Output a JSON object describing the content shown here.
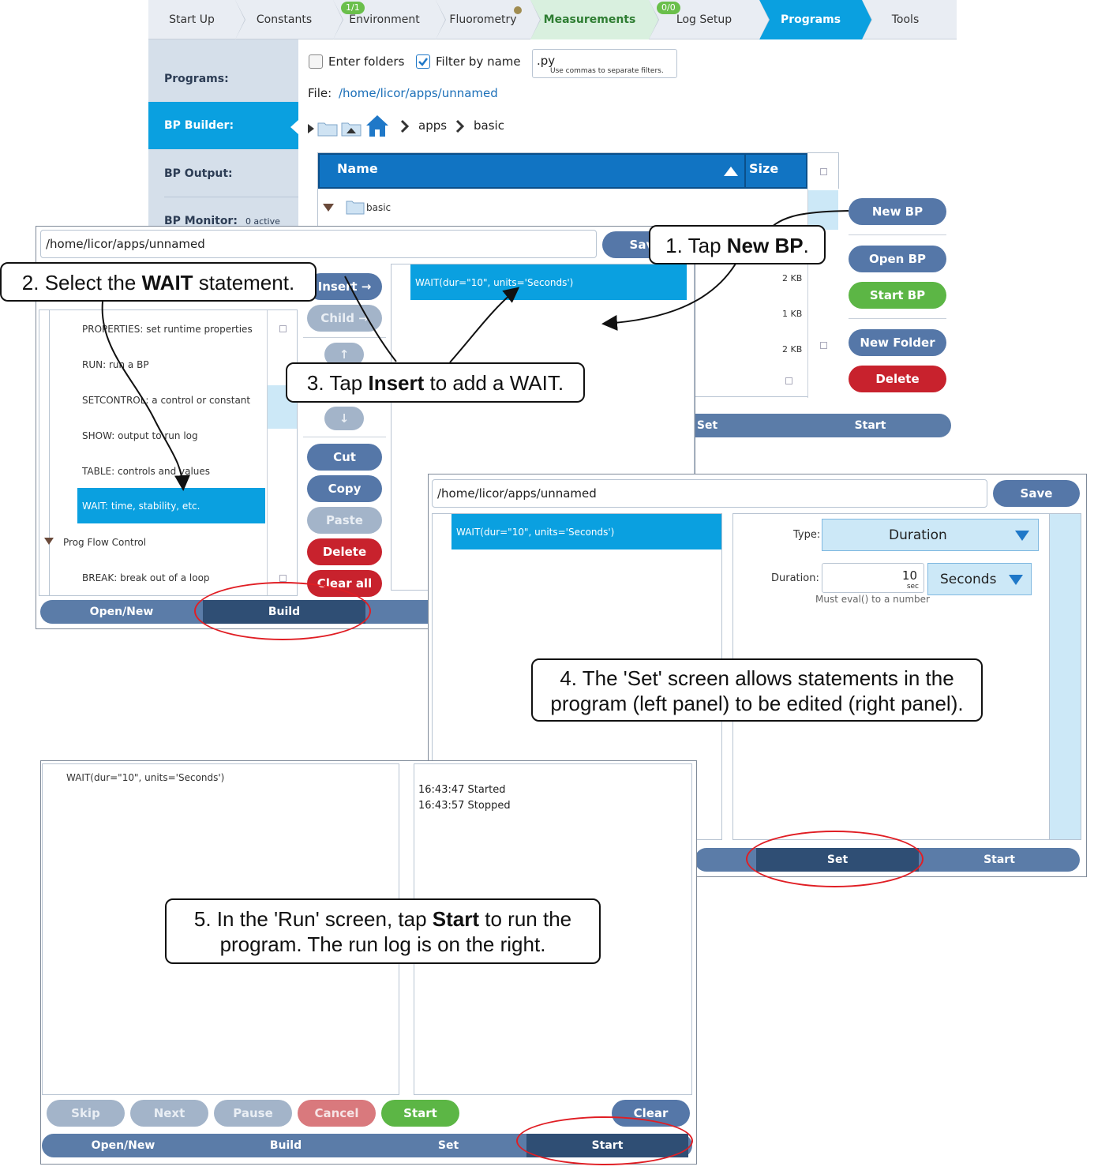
{
  "nav": {
    "tabs": [
      "Start Up",
      "Constants",
      "Environment",
      "Fluorometry",
      "Measurements",
      "Log Setup",
      "Programs",
      "Tools"
    ],
    "badge_environment": "1/1",
    "badge_logsetup": "0/0"
  },
  "side": {
    "items": [
      "Programs:",
      "BP Builder:",
      "BP Output:",
      "BP Monitor:"
    ],
    "monitor_count": "0 active"
  },
  "browser": {
    "enter_folders": "Enter folders",
    "filter_by_name": "Filter by name",
    "filter_value": ".py",
    "filter_hint": "Use commas to separate filters.",
    "file_label": "File:",
    "file_path": "/home/licor/apps/unnamed",
    "crumbs": [
      "apps",
      "basic"
    ],
    "col_name": "Name",
    "col_size": "Size",
    "folder": "basic",
    "sizes": [
      "2 KB",
      "1 KB",
      "2 KB"
    ],
    "buttons": {
      "new_bp": "New BP",
      "open_bp": "Open BP",
      "start_bp": "Start BP",
      "new_folder": "New Folder",
      "delete": "Delete"
    },
    "bottom": [
      "Set",
      "Start"
    ]
  },
  "build": {
    "path": "/home/licor/apps/unnamed",
    "save": "Save",
    "statements": [
      "PROPERTIES: set runtime properties",
      "RUN: run a BP",
      "SETCONTROL: a control or constant",
      "SHOW: output to run log",
      "TABLE: controls and values",
      "WAIT: time, stability, etc.",
      "Prog Flow Control",
      "BREAK: break out of a loop"
    ],
    "program_line": "WAIT(dur=\"10\", units='Seconds')",
    "buttons": {
      "insert": "Insert →",
      "child": "Child →",
      "up": "↑",
      "down": "↓",
      "cut": "Cut",
      "copy": "Copy",
      "paste": "Paste",
      "delete": "Delete",
      "clear_all": "Clear all"
    },
    "bottom": [
      "Open/New",
      "Build"
    ]
  },
  "set": {
    "path": "/home/licor/apps/unnamed",
    "save": "Save",
    "program_line": "WAIT(dur=\"10\", units='Seconds')",
    "type_label": "Type:",
    "type_value": "Duration",
    "duration_label": "Duration:",
    "duration_value": "10",
    "duration_unit_small": "sec",
    "units_value": "Seconds",
    "hint": "Must eval() to a number",
    "bottom": [
      "Set",
      "Start"
    ]
  },
  "run": {
    "program_line": "WAIT(dur=\"10\", units='Seconds')",
    "log": [
      "16:43:47 Started",
      "16:43:57 Stopped"
    ],
    "buttons": {
      "skip": "Skip",
      "next": "Next",
      "pause": "Pause",
      "cancel": "Cancel",
      "start": "Start",
      "clear": "Clear"
    },
    "bottom": [
      "Open/New",
      "Build",
      "Set",
      "Start"
    ]
  },
  "callouts": {
    "c1_pre": "1. Tap ",
    "c1_bold": "New BP",
    "c1_post": ".",
    "c2_pre": "2. Select the ",
    "c2_bold": "WAIT",
    "c2_post": " statement.",
    "c3_pre": "3. Tap ",
    "c3_bold": "Insert",
    "c3_post": " to add a WAIT.",
    "c4_line1": "4. The 'Set' screen allows statements in the",
    "c4_line2": "program (left panel) to be edited (right panel).",
    "c5_pre": "5. In the 'Run' screen, tap ",
    "c5_bold": "Start",
    "c5_post": " to run the",
    "c5_line2": "program. The run log is on the right."
  },
  "colors": {
    "accent": "#0aa0e0",
    "nav_button": "#5577a8",
    "green": "#5cb645",
    "red": "#c8222d",
    "oval": "#e01e24"
  }
}
